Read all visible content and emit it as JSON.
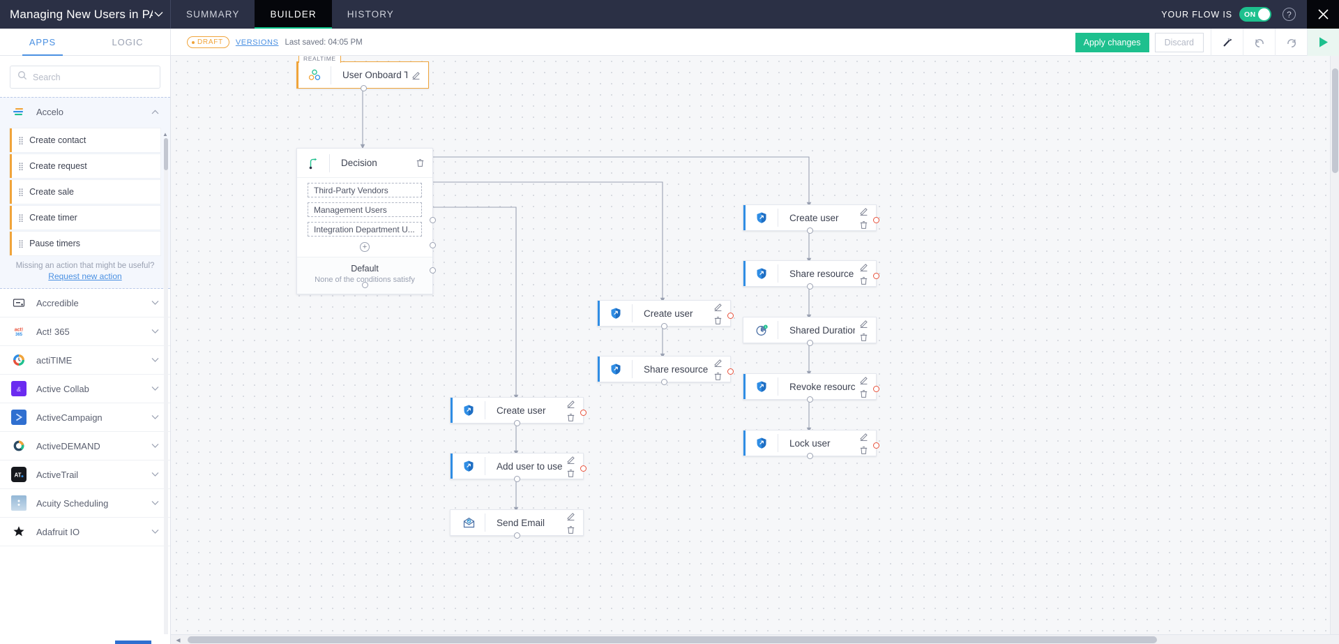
{
  "topbar": {
    "flow_title": "Managing New Users in PAM",
    "caret_icon": "chevron-down-icon",
    "nav": [
      {
        "label": "SUMMARY",
        "active": false
      },
      {
        "label": "BUILDER",
        "active": true
      },
      {
        "label": "HISTORY",
        "active": false
      }
    ],
    "flow_state_label": "YOUR FLOW IS",
    "toggle_value": "ON",
    "help_label": "?",
    "close_icon": "close-icon",
    "bg_color": "#2b3045",
    "accent_green": "#1ec08e"
  },
  "subbar": {
    "tabs": [
      {
        "label": "APPS",
        "active": true
      },
      {
        "label": "LOGIC",
        "active": false
      }
    ],
    "draft_badge": "DRAFT",
    "versions_link": "VERSIONS",
    "last_saved": "Last saved: 04:05 PM",
    "apply_label": "Apply changes",
    "discard_label": "Discard",
    "wand_icon": "magic-wand-icon",
    "undo_icon": "undo-icon",
    "redo_icon": "redo-icon",
    "run_icon": "play-icon"
  },
  "sidebar": {
    "search_placeholder": "Search",
    "search_value": "",
    "group": {
      "name": "Accelo",
      "icon": "accelo-logo-icon",
      "expanded": true,
      "actions": [
        "Create contact",
        "Create request",
        "Create sale",
        "Create timer",
        "Pause timers"
      ],
      "missing_note": "Missing an action that might be useful?",
      "request_link": "Request new action"
    },
    "apps": [
      {
        "name": "Accredible",
        "icon": "accredible-icon"
      },
      {
        "name": "Act! 365",
        "icon": "act365-icon"
      },
      {
        "name": "actiTIME",
        "icon": "actitime-icon"
      },
      {
        "name": "Active Collab",
        "icon": "activecollab-icon"
      },
      {
        "name": "ActiveCampaign",
        "icon": "activecampaign-icon"
      },
      {
        "name": "ActiveDEMAND",
        "icon": "activedemand-icon"
      },
      {
        "name": "ActiveTrail",
        "icon": "activetrail-icon"
      },
      {
        "name": "Acuity Scheduling",
        "icon": "acuity-icon"
      },
      {
        "name": "Adafruit IO",
        "icon": "adafruit-icon"
      }
    ]
  },
  "canvas": {
    "trigger": {
      "tag": "REALTIME",
      "label": "User Onboard Trigger",
      "icon": "trigger-icon"
    },
    "decision": {
      "title": "Decision",
      "icon": "decision-branch-icon",
      "conditions": [
        "Third-Party Vendors",
        "Management Users",
        "Integration Department U..."
      ],
      "add_condition_icon": "plus-icon",
      "default_title": "Default",
      "default_subtitle": "None of the conditions satisfy"
    },
    "nodes": [
      {
        "id": "n_create_user_r1",
        "label": "Create user",
        "icon": "azure-ad-icon",
        "has_error": true,
        "kind": "action"
      },
      {
        "id": "n_share_rg_r1",
        "label": "Share resource group t...",
        "icon": "azure-ad-icon",
        "has_error": true,
        "kind": "action"
      },
      {
        "id": "n_shared_dur",
        "label": "Shared Duration",
        "icon": "delay-clock-icon",
        "has_error": false,
        "kind": "delay"
      },
      {
        "id": "n_revoke_rg",
        "label": "Revoke resource group...",
        "icon": "azure-ad-icon",
        "has_error": true,
        "kind": "action"
      },
      {
        "id": "n_lock_user",
        "label": "Lock user",
        "icon": "azure-ad-icon",
        "has_error": true,
        "kind": "action"
      },
      {
        "id": "n_create_user_m",
        "label": "Create user",
        "icon": "azure-ad-icon",
        "has_error": true,
        "kind": "action"
      },
      {
        "id": "n_share_rg_m",
        "label": "Share resource group t...",
        "icon": "azure-ad-icon",
        "has_error": true,
        "kind": "action"
      },
      {
        "id": "n_create_user_l",
        "label": "Create user",
        "icon": "azure-ad-icon",
        "has_error": true,
        "kind": "action"
      },
      {
        "id": "n_add_group",
        "label": "Add user to user group",
        "icon": "azure-ad-icon",
        "has_error": true,
        "kind": "action"
      },
      {
        "id": "n_send_email",
        "label": "Send Email",
        "icon": "email-icon",
        "has_error": false,
        "kind": "email"
      }
    ]
  },
  "colors": {
    "accent_blue": "#2f8de4",
    "accent_orange": "#f0a43a",
    "accent_green": "#1ec08e",
    "error_red": "#e8503a",
    "canvas_bg": "#f6f7f9"
  }
}
